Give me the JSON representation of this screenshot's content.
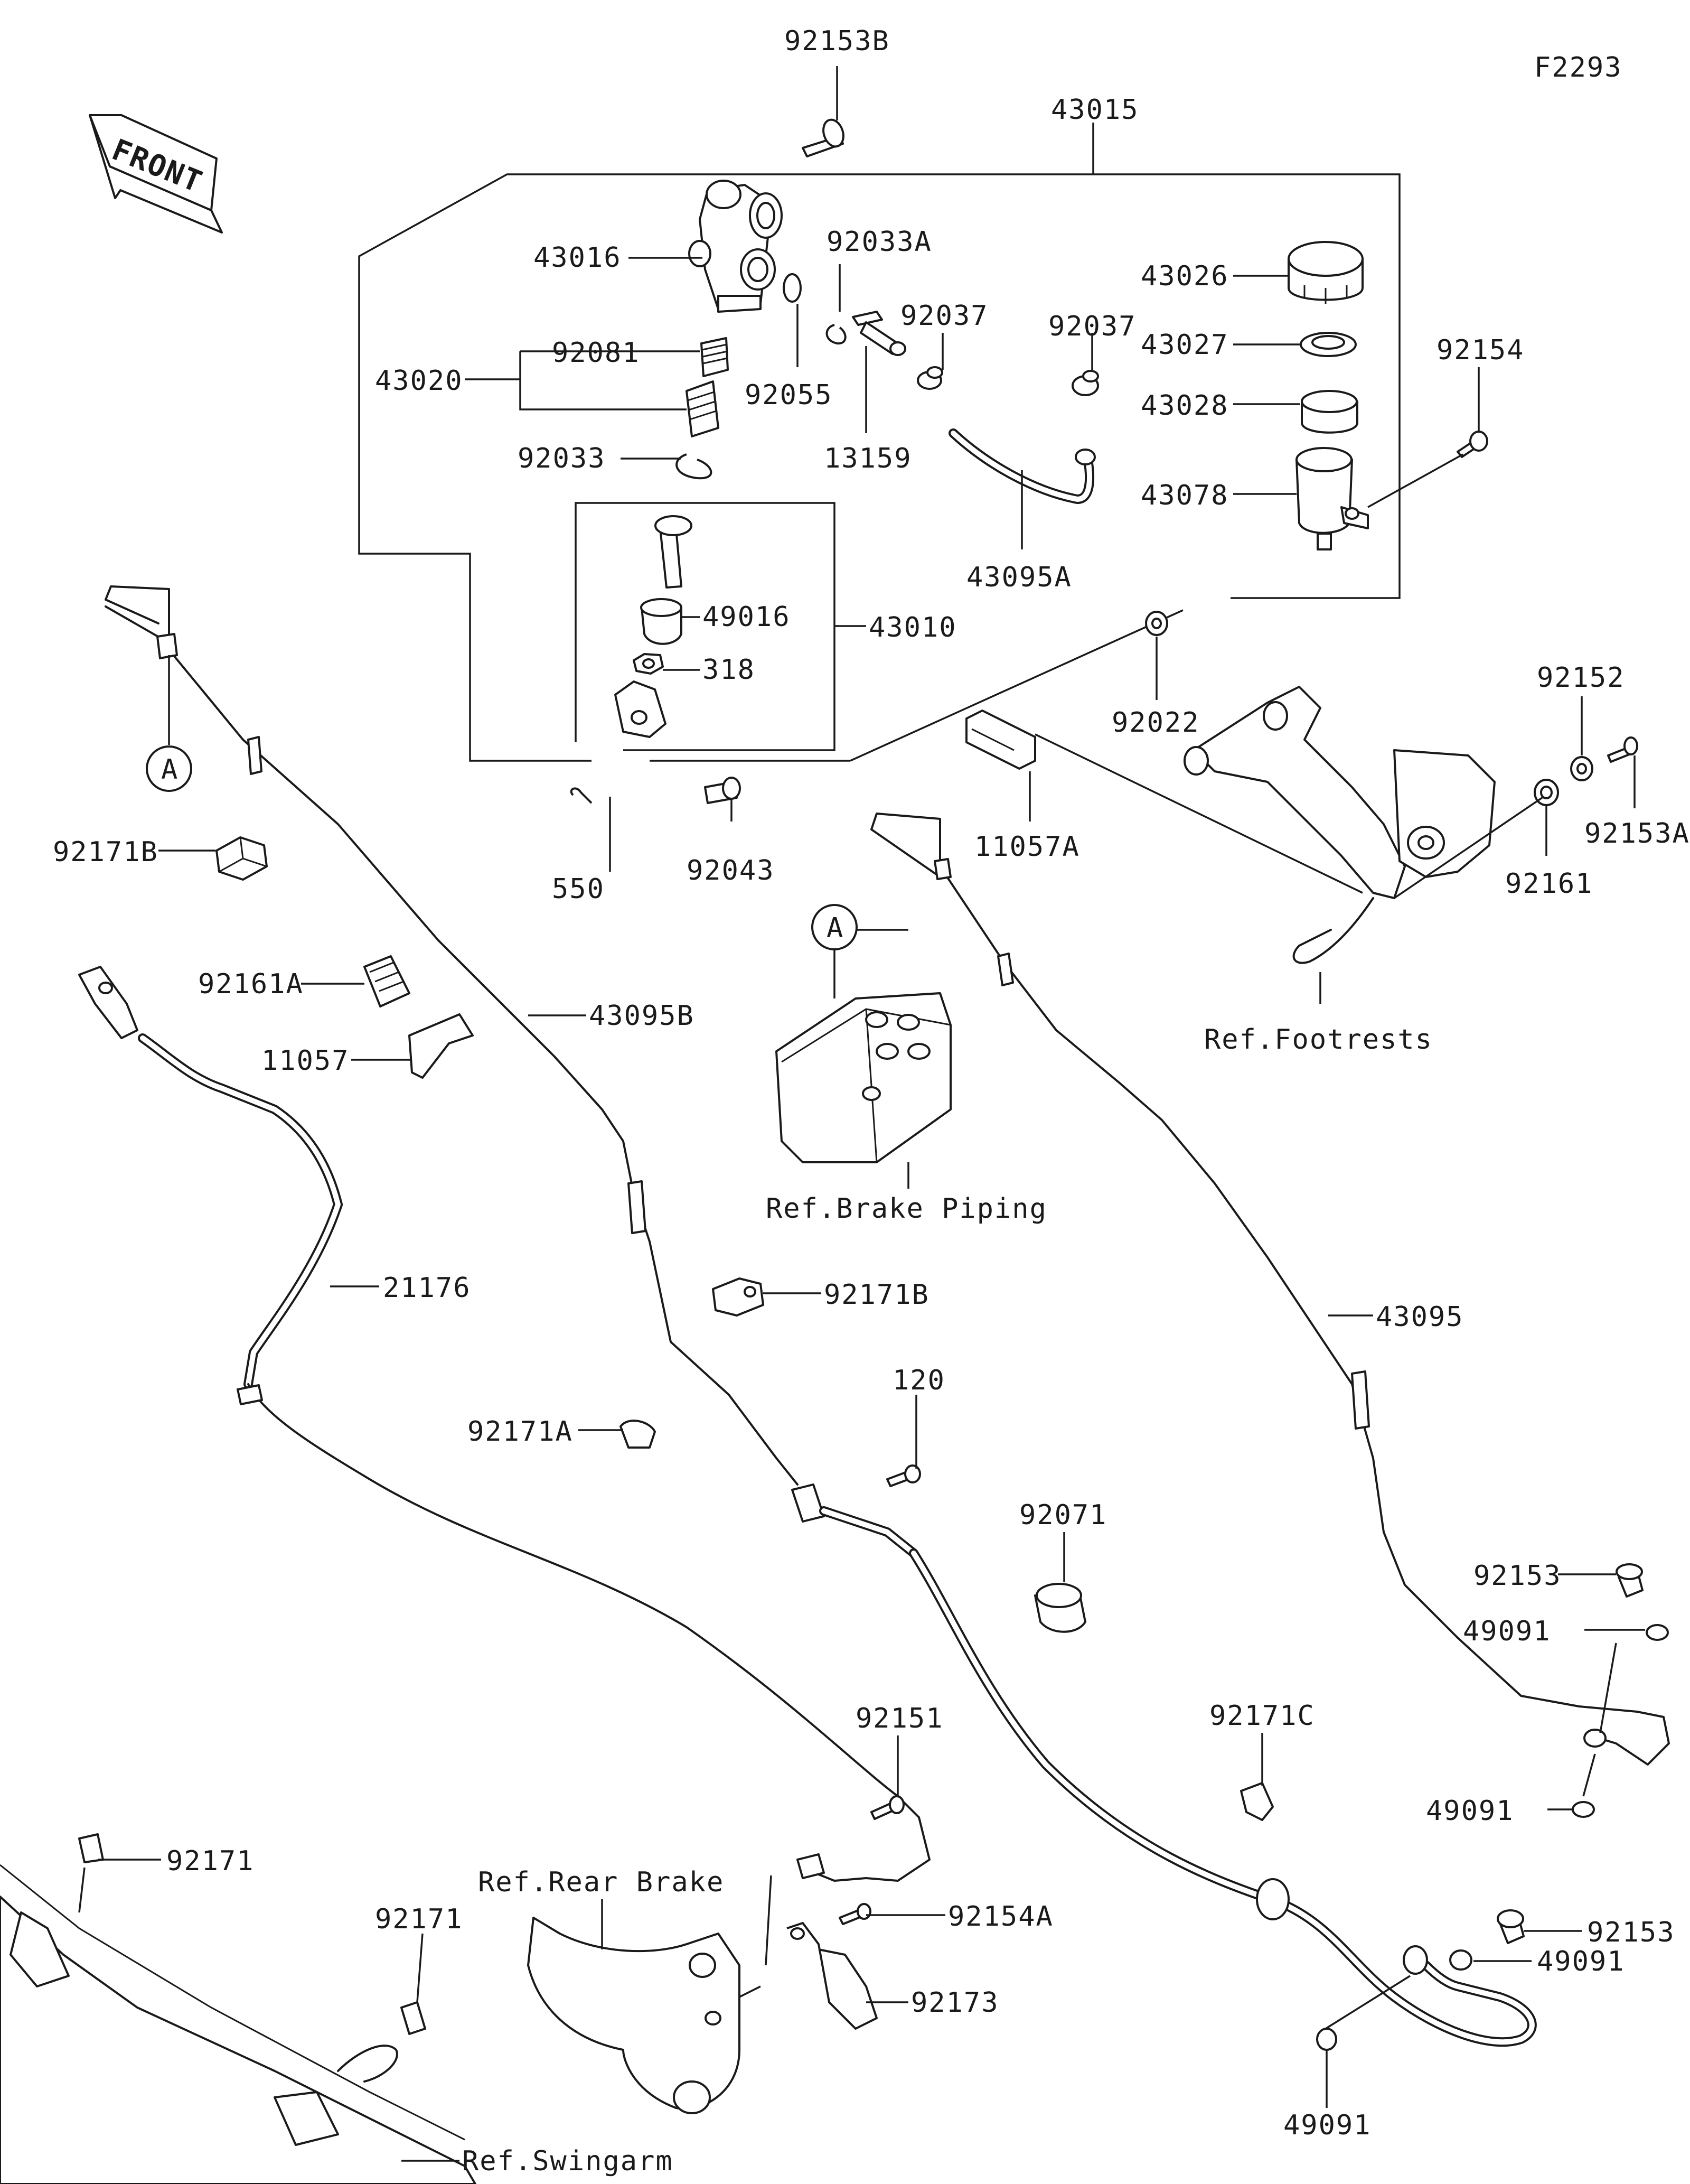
{
  "figure_code": "F2293",
  "front_marker": "FRONT",
  "circle_ref": "A",
  "labels": {
    "p92153B": "92153B",
    "p43015": "43015",
    "p43016": "43016",
    "p92033A": "92033A",
    "p43026": "43026",
    "p92037a": "92037",
    "p92037b": "92037",
    "p43027": "43027",
    "p92154": "92154",
    "p43020": "43020",
    "p92081": "92081",
    "p92055": "92055",
    "p43028": "43028",
    "p92033": "92033",
    "p13159": "13159",
    "p43078": "43078",
    "p43095A": "43095A",
    "p49016": "49016",
    "p43010": "43010",
    "p318": "318",
    "p92152": "92152",
    "p92022": "92022",
    "p92153A": "92153A",
    "p92171B_top": "92171B",
    "p550": "550",
    "p92043": "92043",
    "p11057A": "11057A",
    "p92161": "92161",
    "p92161A": "92161A",
    "p43095B": "43095B",
    "p11057": "11057",
    "ref_footrests": "Ref.Footrests",
    "ref_brake_piping": "Ref.Brake Piping",
    "p21176": "21176",
    "p92171B_mid": "92171B",
    "p43095": "43095",
    "p120": "120",
    "p92171A": "92171A",
    "p92071": "92071",
    "p92153_a": "92153",
    "p49091_a": "49091",
    "p92171C": "92171C",
    "p92151": "92151",
    "p49091_b": "49091",
    "p92171_a": "92171",
    "ref_rear_brake": "Ref.Rear Brake",
    "p92154A": "92154A",
    "p92153_b": "92153",
    "p49091_c": "49091",
    "p92171_b": "92171",
    "p92173": "92173",
    "p49091_d": "49091",
    "ref_swingarm": "Ref.Swingarm"
  }
}
